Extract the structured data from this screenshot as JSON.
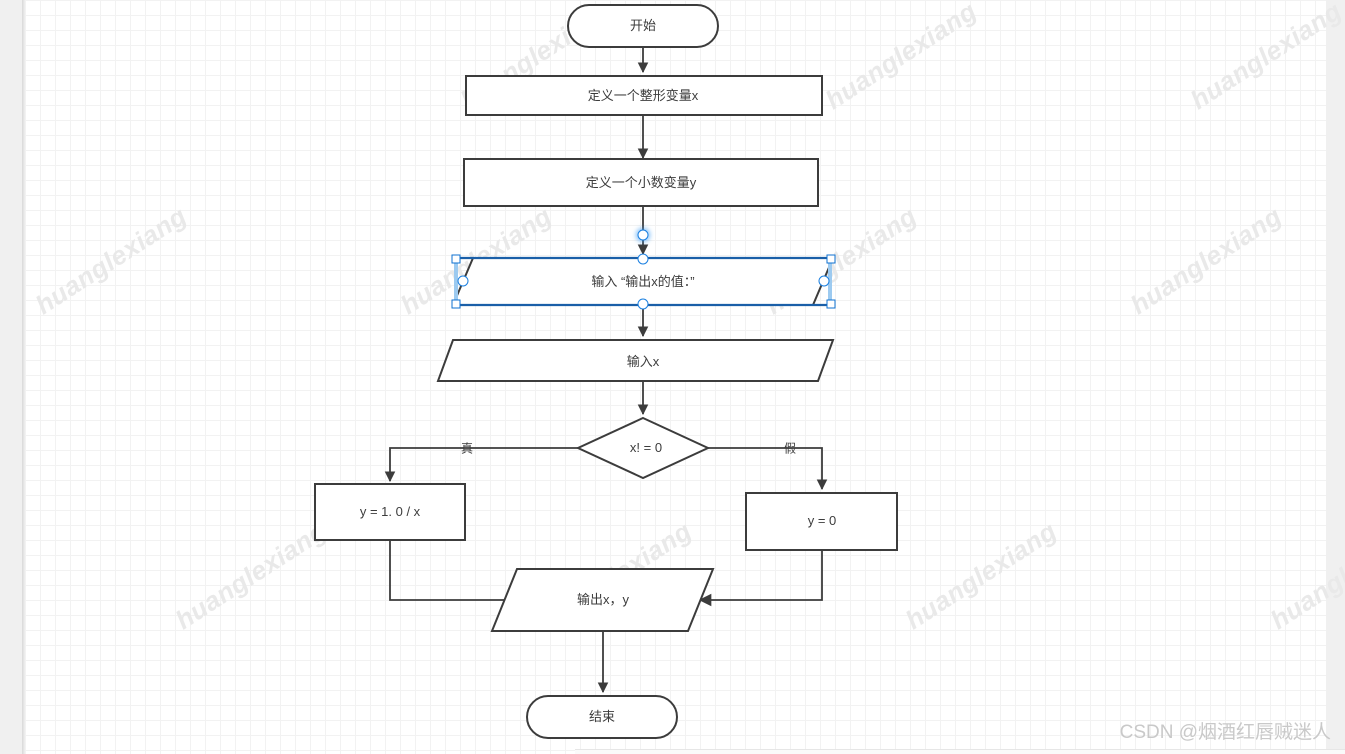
{
  "canvas": {
    "background_color": "#ffffff",
    "gutter_color": "#f0f0f0",
    "grid_minor_color": "#f2f2f2",
    "grid_major_color": "#e2e2e2",
    "stroke_color": "#3c3c3c",
    "selection_color": "#1a7fe0"
  },
  "watermark": {
    "text": "huanglexiang",
    "credit": "CSDN @烟酒红唇贼迷人"
  },
  "flowchart": {
    "title": "",
    "nodes": [
      {
        "id": "start",
        "type": "terminator",
        "label": "开始",
        "selected": false
      },
      {
        "id": "declx",
        "type": "process",
        "label": "定义一个整形变量x",
        "selected": false
      },
      {
        "id": "decly",
        "type": "process",
        "label": "定义一个小数变量y",
        "selected": false
      },
      {
        "id": "prompt",
        "type": "parallelogram",
        "label": "输入 “输出x的值：”",
        "selected": true
      },
      {
        "id": "inputx",
        "type": "parallelogram",
        "label": "输入x",
        "selected": false
      },
      {
        "id": "cond",
        "type": "decision",
        "label": "x! = 0",
        "selected": false
      },
      {
        "id": "assign1",
        "type": "process",
        "label": "y = 1. 0 / x",
        "selected": false
      },
      {
        "id": "assign2",
        "type": "process",
        "label": "y = 0",
        "selected": false
      },
      {
        "id": "output",
        "type": "parallelogram",
        "label": "输出x，y",
        "selected": false
      },
      {
        "id": "end",
        "type": "terminator",
        "label": "结束",
        "selected": false
      }
    ],
    "edges": [
      {
        "from": "start",
        "to": "declx",
        "label": ""
      },
      {
        "from": "declx",
        "to": "decly",
        "label": ""
      },
      {
        "from": "decly",
        "to": "prompt",
        "label": ""
      },
      {
        "from": "prompt",
        "to": "inputx",
        "label": ""
      },
      {
        "from": "inputx",
        "to": "cond",
        "label": ""
      },
      {
        "from": "cond",
        "to": "assign1",
        "label": "真"
      },
      {
        "from": "cond",
        "to": "assign2",
        "label": "假"
      },
      {
        "from": "assign1",
        "to": "output",
        "label": ""
      },
      {
        "from": "assign2",
        "to": "output",
        "label": ""
      },
      {
        "from": "output",
        "to": "end",
        "label": ""
      }
    ]
  },
  "selection": {
    "shape_id": "prompt",
    "handles": [
      {
        "kind": "square",
        "pos": "top-left"
      },
      {
        "kind": "square",
        "pos": "bottom-left"
      },
      {
        "kind": "square",
        "pos": "top-right"
      },
      {
        "kind": "square",
        "pos": "bottom-right"
      },
      {
        "kind": "circle",
        "pos": "left-middle"
      },
      {
        "kind": "circle",
        "pos": "right-middle"
      },
      {
        "kind": "circle",
        "pos": "top-center"
      },
      {
        "kind": "circle",
        "pos": "bottom-center"
      },
      {
        "kind": "circle",
        "pos": "incoming-connector",
        "active": true
      }
    ]
  }
}
